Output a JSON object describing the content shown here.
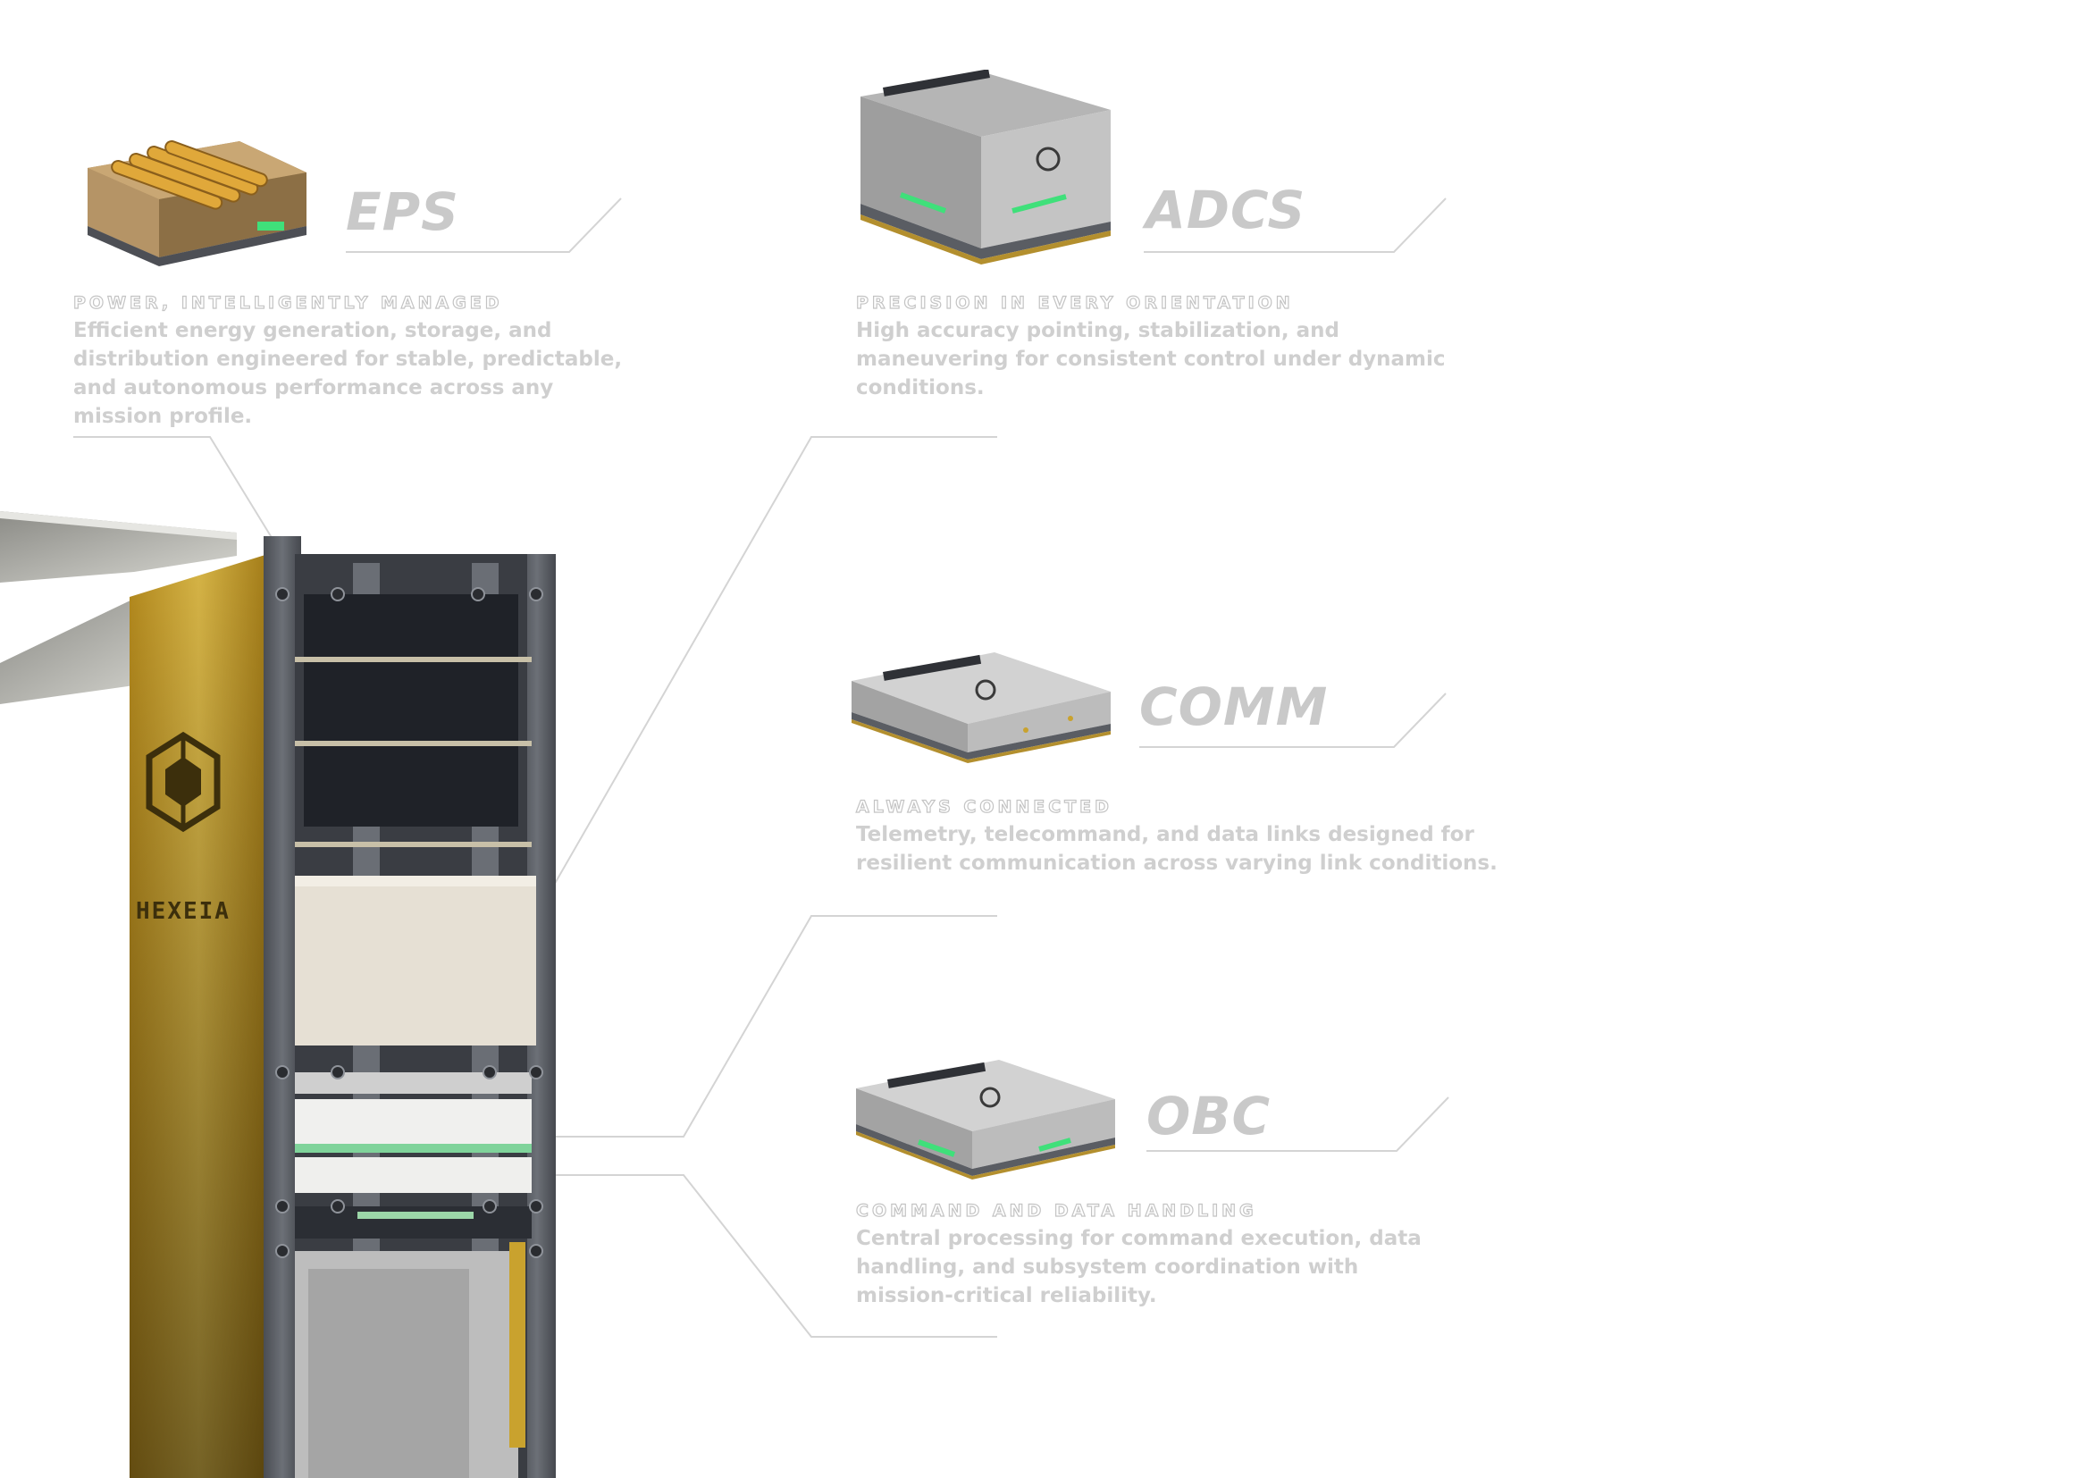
{
  "colors": {
    "title": "#c9c9c9",
    "text": "#cfcfcf",
    "leader": "#d2d2d2",
    "gold": "#c9a22e",
    "frame": "#5a5d63",
    "accent_green": "#3fe07a"
  },
  "satellite": {
    "logo_icon": "hexagon-logo-icon",
    "brand": "HEXEIA"
  },
  "modules": [
    {
      "id": "eps",
      "title": "EPS",
      "tagline": "POWER, INTELLIGENTLY MANAGED",
      "description": "Efficient energy generation, storage, and distribution engineered for stable, predictable, and autonomous performance across any mission profile.",
      "icon": "battery-pack-module-icon"
    },
    {
      "id": "adcs",
      "title": "ADCS",
      "tagline": "PRECISION IN EVERY ORIENTATION",
      "description": "High accuracy pointing, stabilization, and maneuvering for consistent control under dynamic conditions.",
      "icon": "attitude-control-module-icon"
    },
    {
      "id": "comm",
      "title": "COMM",
      "tagline": "ALWAYS CONNECTED",
      "description": "Telemetry, telecommand, and data links designed for resilient communication across varying link conditions.",
      "icon": "communication-module-icon"
    },
    {
      "id": "obc",
      "title": "OBC",
      "tagline": "COMMAND AND DATA HANDLING",
      "description": "Central processing for command execution, data handling, and subsystem coordination with mission-critical reliability.",
      "icon": "onboard-computer-module-icon"
    }
  ]
}
